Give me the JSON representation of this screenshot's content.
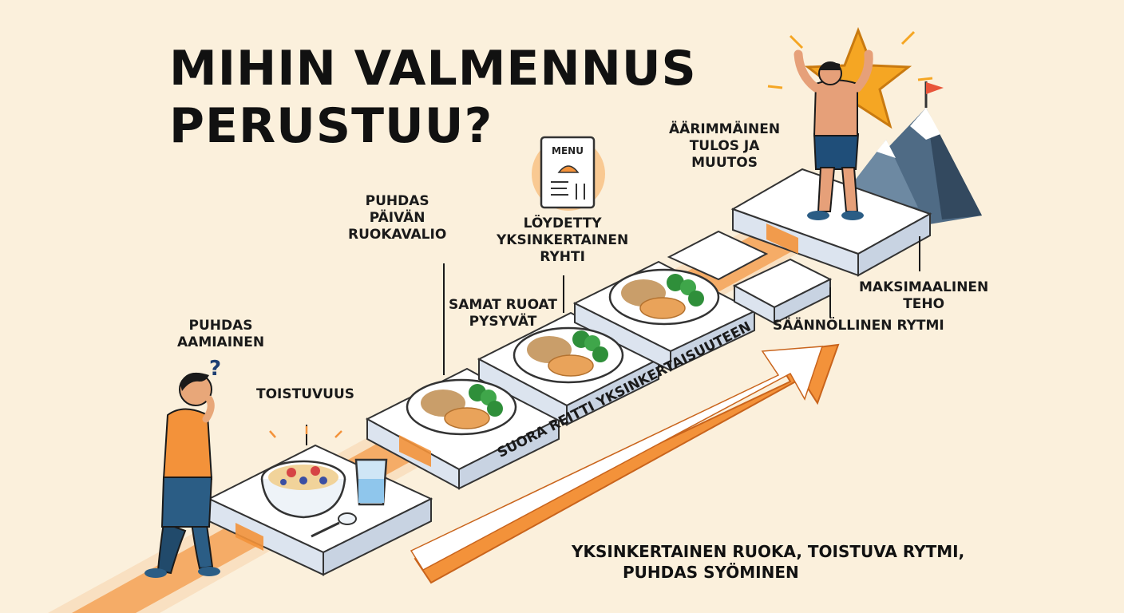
{
  "title": {
    "line1": "MIHIN VALMENNUS",
    "line2": "PERUSTUU?"
  },
  "labels": {
    "clean_breakfast": [
      "PUHDAS",
      "AAMIAINEN"
    ],
    "repetition": [
      "TOISTUVUUS"
    ],
    "clean_daily_diet": [
      "PUHDAS",
      "PÄIVÄN",
      "RUOKAVALIO"
    ],
    "same_foods": [
      "SAMAT RUOAT",
      "PYSYVÄT"
    ],
    "simple_rhythm": [
      "LÖYDETTY",
      "YKSINKERTAINEN",
      "RYHTI"
    ],
    "ultimate_result": [
      "ÄÄRIMMÄINEN",
      "TULOS JA",
      "MUUTOS"
    ],
    "max_power": [
      "MAKSIMAALINEN",
      "TEHO"
    ],
    "regular_rhythm": [
      "SÄÄNNÖLLINEN RYTMI"
    ]
  },
  "menu_card": {
    "label": "MENU"
  },
  "arrow_text": "SUORA REITTI YKSINKERTAISUUTEEN",
  "bottom_caption": {
    "line1": "YKSINKERTAINEN RUOKA, TOISTUVA RYTMI,",
    "line2": "PUHDAS SYÖMINEN"
  },
  "colors": {
    "accent_orange": "#f3923a",
    "background": "#fbf0dc",
    "step_top": "#ffffff",
    "step_side": "#dce4ef",
    "mountain": "#4f6b85"
  }
}
